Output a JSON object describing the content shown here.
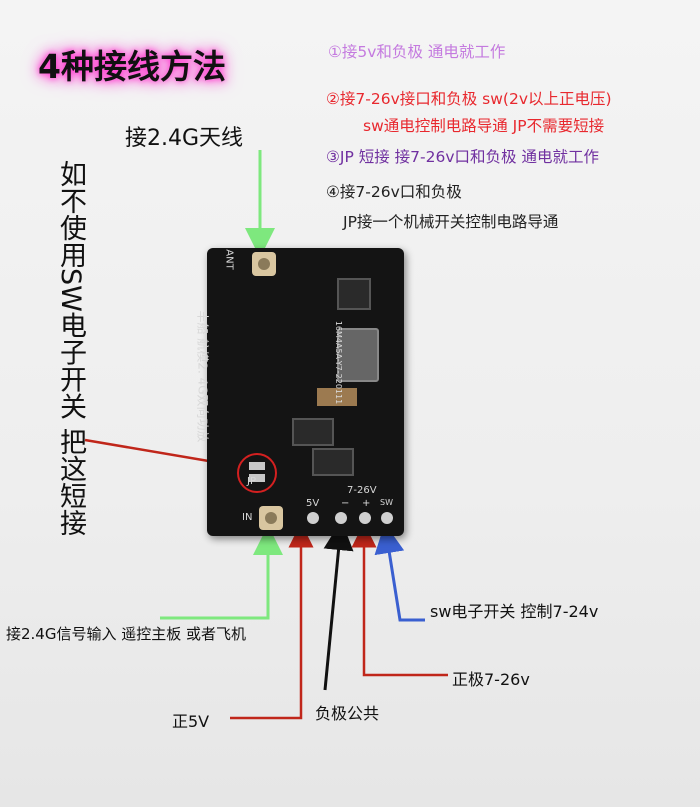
{
  "title": "4种接线方法",
  "instructions": [
    {
      "lines": [
        "①接5v和负极  通电就工作"
      ],
      "color": "#c47adf"
    },
    {
      "lines": [
        "②接7-26v接口和负极  sw(2v以上正电压)",
        "sw通电控制电路导通  JP不需要短接"
      ],
      "color": "#e8282e"
    },
    {
      "lines": [
        "③JP 短接  接7-26v口和负极  通电就工作"
      ],
      "color": "#7030a0"
    },
    {
      "lines": [
        "④接7-26v口和负极",
        "JP接一个机械开关控制电路导通"
      ],
      "color": "#222222"
    }
  ],
  "labels": {
    "antenna": "接2.4G天线",
    "jp_note": "如不使用SW电子开关 把这短接",
    "input": "接2.4G信号输入 遥控主板 或者飞机",
    "positive_5v": "正5V",
    "negative": "负极公共",
    "positive_7_26": "正极7-26v",
    "sw": "sw电子开关 控制7-24v"
  },
  "board": {
    "name": "丰船  航模2. 4G双向功放",
    "code": "16M4A5A-Y7-220111",
    "ant": "ANT",
    "in": "IN",
    "jp": "JP",
    "pin_5v": "5V",
    "pin_range": "7-26V",
    "pin_minus": "−",
    "pin_plus": "+",
    "pin_sw": "SW"
  },
  "colors": {
    "green_wire": "#7ee87e",
    "red_wire": "#c0261a",
    "black_wire": "#111111",
    "blue_wire": "#3a5fd0"
  }
}
